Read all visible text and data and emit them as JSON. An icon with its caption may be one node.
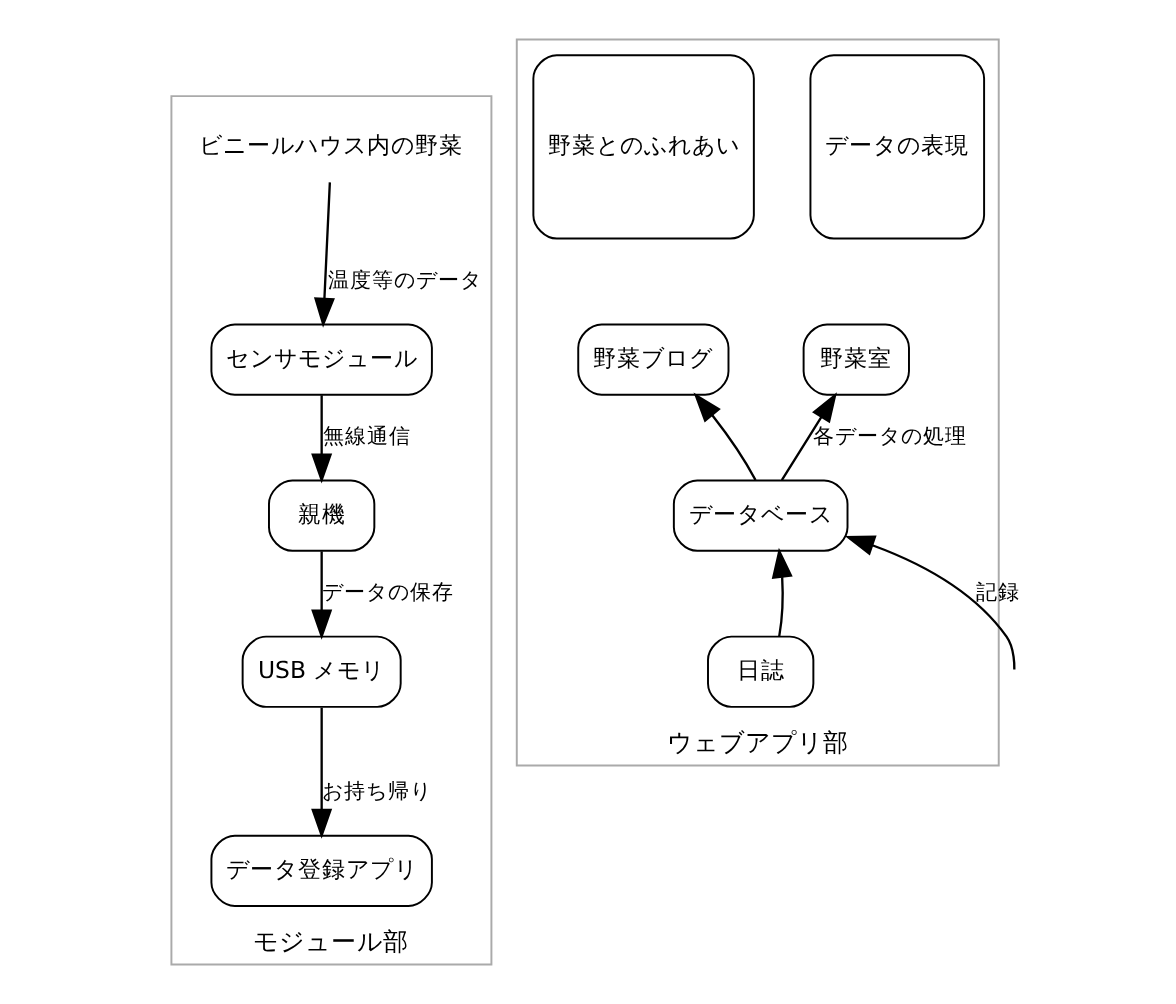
{
  "diagram": {
    "nodes": [
      {
        "text": [
          "モジュール部"
        ]
      },
      {
        "text": [
          "ビニールハウス内の野菜"
        ],
        "in": 0
      },
      {
        "text": [
          "センサモジュール"
        ],
        "in": 0
      },
      {
        "text": [
          "親機"
        ],
        "in": 0
      },
      {
        "text": [
          "USB メモリ"
        ],
        "in": 0
      },
      {
        "text": [
          "データ登録アプリ"
        ],
        "in": 0
      },
      {
        "text": [
          "ウェブアプリ部"
        ]
      },
      {
        "text": [
          "データの表現"
        ],
        "in": 6
      },
      {
        "text": [
          "野菜とのふれあい"
        ],
        "in": 6
      },
      {
        "text": [
          "野菜室"
        ],
        "in": 6
      },
      {
        "text": [
          "野菜ブログ"
        ],
        "in": 6
      },
      {
        "text": [
          "データベース"
        ],
        "in": 6
      },
      {
        "text": [
          "日誌"
        ],
        "in": 6
      }
    ],
    "edges": [
      {
        "from": 1,
        "to": 2,
        "arrow": "to",
        "label": "温度等のデータ"
      },
      {
        "from": 2,
        "to": 3,
        "arrow": "to",
        "label": "無線通信"
      },
      {
        "from": 3,
        "to": 4,
        "arrow": "to",
        "label": "データの保存"
      },
      {
        "from": 4,
        "to": 5,
        "arrow": "to",
        "label": "お持ち帰り"
      },
      {
        "from": 11,
        "to": 9,
        "arrow": "to",
        "label": "各データの処理"
      },
      {
        "from": 11,
        "to": 10,
        "arrow": "to"
      },
      {
        "from": null,
        "to": 11,
        "arrow": "to",
        "label": "記録"
      },
      {
        "from": 12,
        "to": 11,
        "arrow": "to"
      }
    ]
  }
}
